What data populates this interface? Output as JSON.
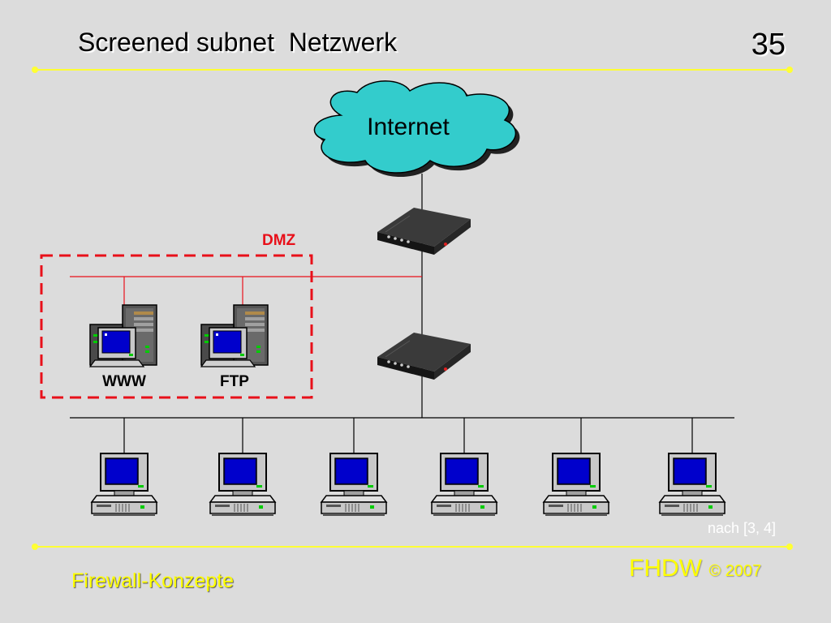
{
  "slide": {
    "title": "Screened subnet  Netzwerk",
    "number": "35"
  },
  "diagram": {
    "cloud_label": "Internet",
    "dmz_label": "DMZ",
    "servers": [
      {
        "label": "WWW"
      },
      {
        "label": "FTP"
      }
    ],
    "routers": 2,
    "workstations": 6
  },
  "source_note": "nach [3, 4]",
  "footer": {
    "left": "Firewall-Konzepte",
    "brand": "FHDW",
    "copyright": "© 2007"
  },
  "colors": {
    "background": "#dcdcdc",
    "divider_line": "#ffff33",
    "cloud_fill": "#33cccc",
    "dmz_red": "#e8101a",
    "footer_text": "#ffff00"
  }
}
